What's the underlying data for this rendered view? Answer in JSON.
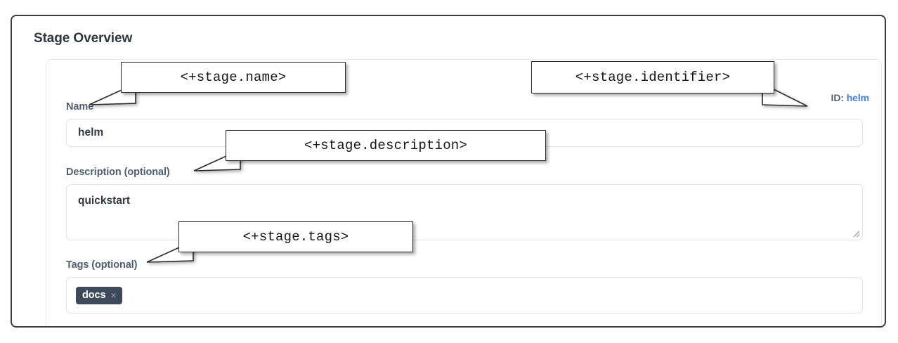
{
  "panel": {
    "title": "Stage Overview"
  },
  "identifier": {
    "label": "ID:",
    "value": "helm",
    "value_color": "#3b82f6"
  },
  "fields": [
    {
      "name": "name",
      "label": "Name",
      "value": "helm",
      "type": "text"
    },
    {
      "name": "description",
      "label": "Description (optional)",
      "value": "quickstart",
      "type": "textarea"
    },
    {
      "name": "tags",
      "label": "Tags (optional)",
      "type": "tags",
      "tags": [
        {
          "label": "docs",
          "close_icon": "×"
        }
      ]
    }
  ],
  "annotations": [
    {
      "name": "stage-name",
      "text": "<+stage.name>"
    },
    {
      "name": "stage-identifier",
      "text": "<+stage.identifier>"
    },
    {
      "name": "stage-description",
      "text": "<+stage.description>"
    },
    {
      "name": "stage-tags",
      "text": "<+stage.tags>"
    }
  ],
  "colors": {
    "frame_border": "#3c3c3c",
    "card_border": "#e6e8eb",
    "input_border": "#e1e3e6",
    "label_text": "#4f5d6e",
    "value_text": "#33383f",
    "tag_chip_bg": "#3c4a5a",
    "callout_border": "#2b2b2b"
  }
}
